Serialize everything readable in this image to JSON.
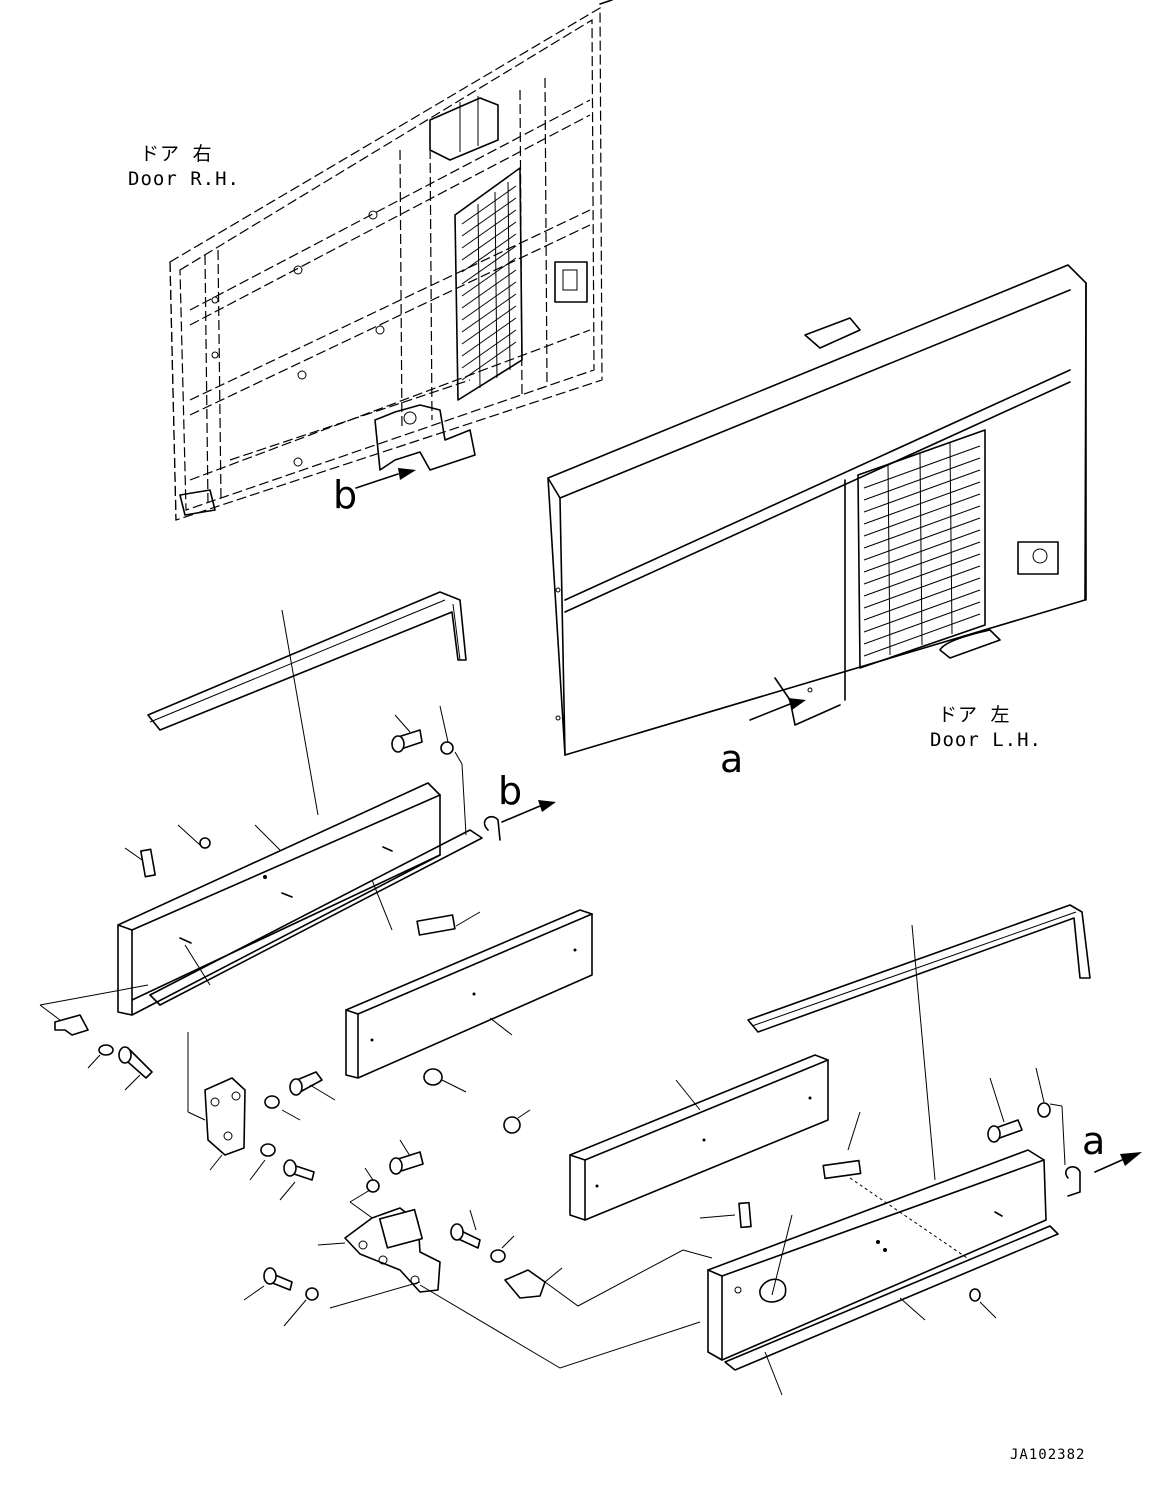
{
  "labels": {
    "door_rh_jp": "ドア 右",
    "door_rh_en": "Door R.H.",
    "door_lh_jp": "ドア 左",
    "door_lh_en": "Door L.H.",
    "view_b_top": "b",
    "view_b_mid": "b",
    "view_a_left": "a",
    "view_a_right": "a",
    "drawing_code": "JA102382"
  }
}
